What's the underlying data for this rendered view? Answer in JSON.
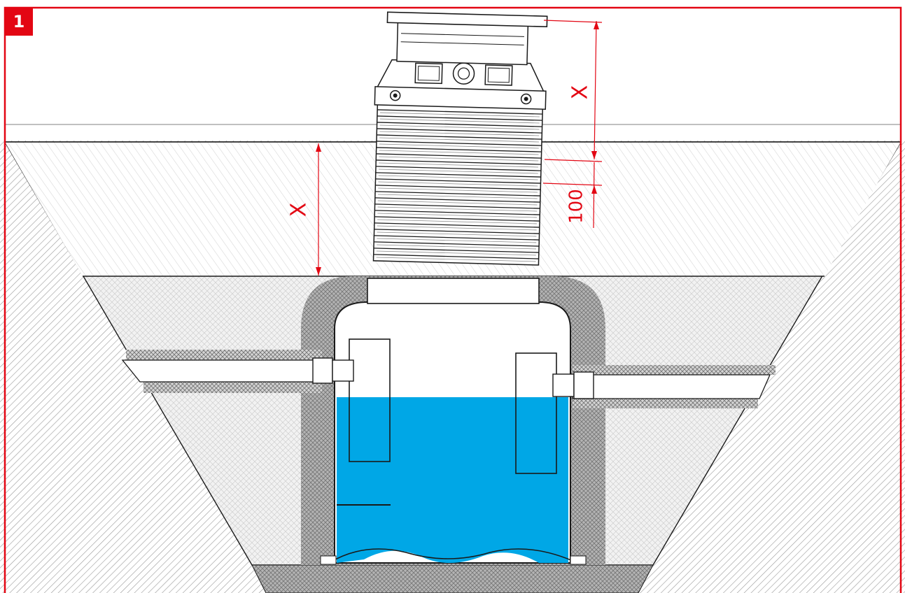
{
  "figure": {
    "number": "1"
  },
  "dimensions": {
    "riser_height_label": "X",
    "soil_cover_label": "X",
    "overlap_label": "100"
  },
  "colors": {
    "frame": "#e30613",
    "dimension_line": "#e30613",
    "water": "#00a7e6",
    "outline": "#1a1a1a"
  }
}
